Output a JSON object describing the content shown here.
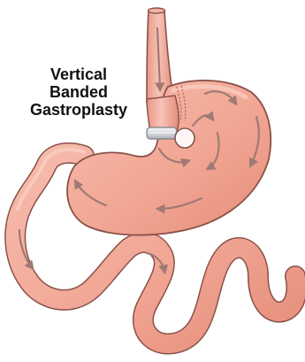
{
  "title": {
    "line1": "Vertical",
    "line2": "Banded",
    "line3": "Gastroplasty"
  },
  "colors": {
    "organ_fill": "#f2a694",
    "organ_stroke": "#8a5148",
    "arrow": "#a07a74",
    "band": "#d9dbdf",
    "staple_line": "#b06b66"
  },
  "parts": [
    "esophagus",
    "gastric-pouch",
    "band-ring",
    "staple-line",
    "stomach",
    "small-intestine",
    "flow-arrows"
  ]
}
